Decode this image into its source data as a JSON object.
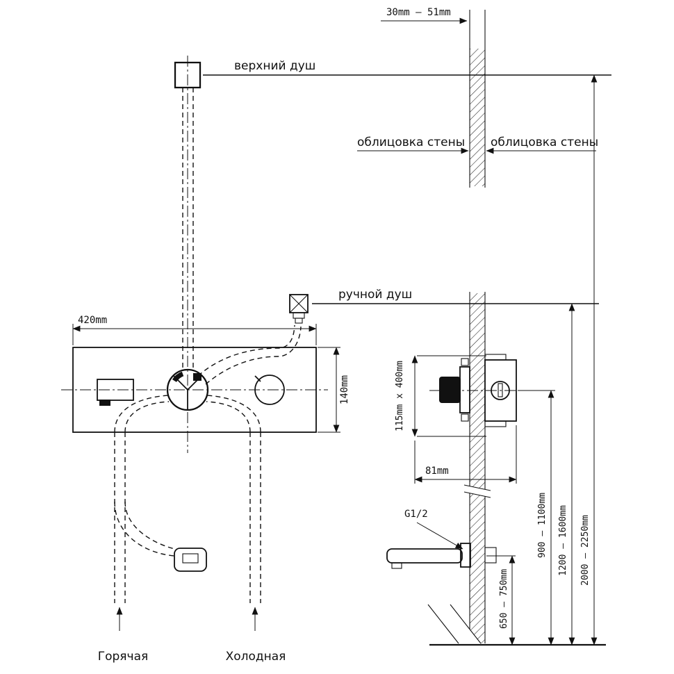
{
  "labels": {
    "wall_thickness": "30mm – 51mm",
    "upper_shower": "верхний душ",
    "cladding_left": "облицовка стены",
    "cladding_right": "облицовка стены",
    "hand_shower": "ручной душ",
    "width_420": "420mm",
    "height_140": "140mm",
    "recess": "115mm x 400mm",
    "depth_81": "81mm",
    "thread": "G1/2",
    "h_spout": "650 – 750mm",
    "h_mixer": "900 – 1100mm",
    "h_hand_shower": "1200 – 1600mm",
    "h_upper_shower": "2000 – 2250mm",
    "hot": "Горячая",
    "cold": "Холодная"
  },
  "colors": {
    "line": "#111111",
    "background": "#ffffff"
  }
}
